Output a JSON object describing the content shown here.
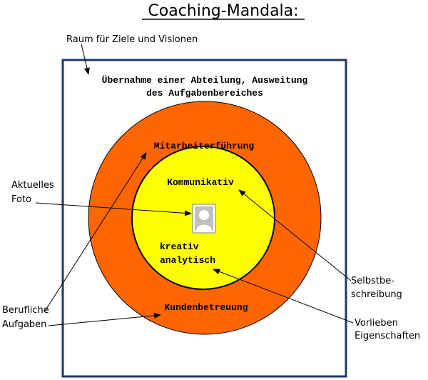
{
  "title": "Coaching-Mandala:",
  "frame_label": "Raum für Ziele und Visionen",
  "vision_text": {
    "line1": "Übernahme einer Abteilung, Ausweitung",
    "line2": "des Aufgabenbereiches"
  },
  "outer_ring": {
    "top_label": "Mitarbeiterführung",
    "bottom_label": "Kundenbetreuung"
  },
  "inner_circle": {
    "top_label": "Kommunikativ",
    "line1": "kreativ",
    "line2": "analytisch"
  },
  "annotations": {
    "foto": {
      "line1": "Aktuelles",
      "line2": "Foto"
    },
    "berufliche": {
      "line1": "Berufliche",
      "line2": "Aufgaben"
    },
    "selbst": {
      "line1": "Selbstbe-",
      "line2": "schreibung"
    },
    "vorlieben": {
      "line1": "Vorlieben",
      "line2": "Eigenschaften"
    }
  },
  "icons": {
    "photo": "person-placeholder-icon"
  },
  "colors": {
    "frame": "#1f3864",
    "outer_ring": "#ff6600",
    "inner_circle": "#ffff00",
    "text": "#000000",
    "photo_bg": "#c0c0c0",
    "photo_person": "#ffffff"
  }
}
